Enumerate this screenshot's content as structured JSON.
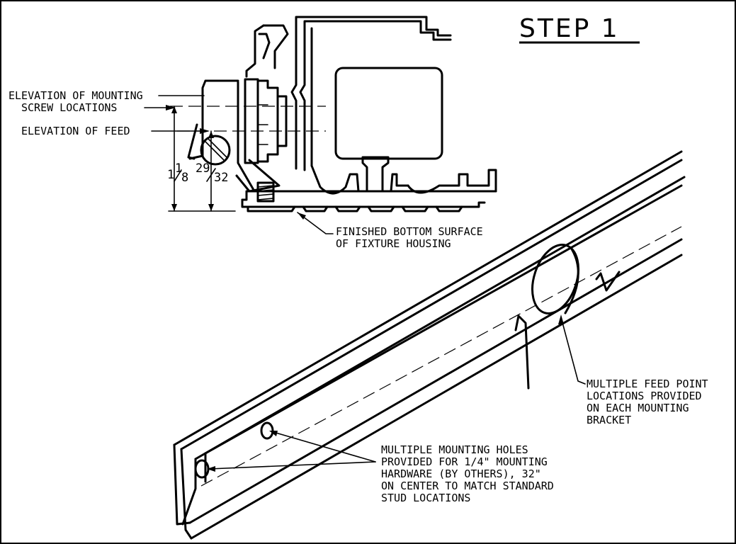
{
  "title": "STEP  1",
  "labels": {
    "elevation_mounting": [
      "ELEVATION OF MOUNTING",
      "SCREW LOCATIONS"
    ],
    "elevation_feed": "ELEVATION OF FEED",
    "finished_bottom": [
      "FINISHED BOTTOM SURFACE",
      "OF FIXTURE HOUSING"
    ],
    "feed_points": [
      "MULTIPLE FEED POINT",
      "LOCATIONS PROVIDED",
      "ON EACH MOUNTING",
      "BRACKET"
    ],
    "mounting_holes": [
      "MULTIPLE MOUNTING HOLES",
      "PROVIDED FOR 1/4\" MOUNTING",
      "HARDWARE (BY OTHERS), 32\"",
      "ON CENTER TO MATCH STANDARD",
      "STUD LOCATIONS"
    ]
  },
  "dimensions": {
    "dim_a": {
      "whole": "1",
      "num": "1",
      "den": "8"
    },
    "dim_b": {
      "num": "29",
      "den": "32"
    }
  }
}
